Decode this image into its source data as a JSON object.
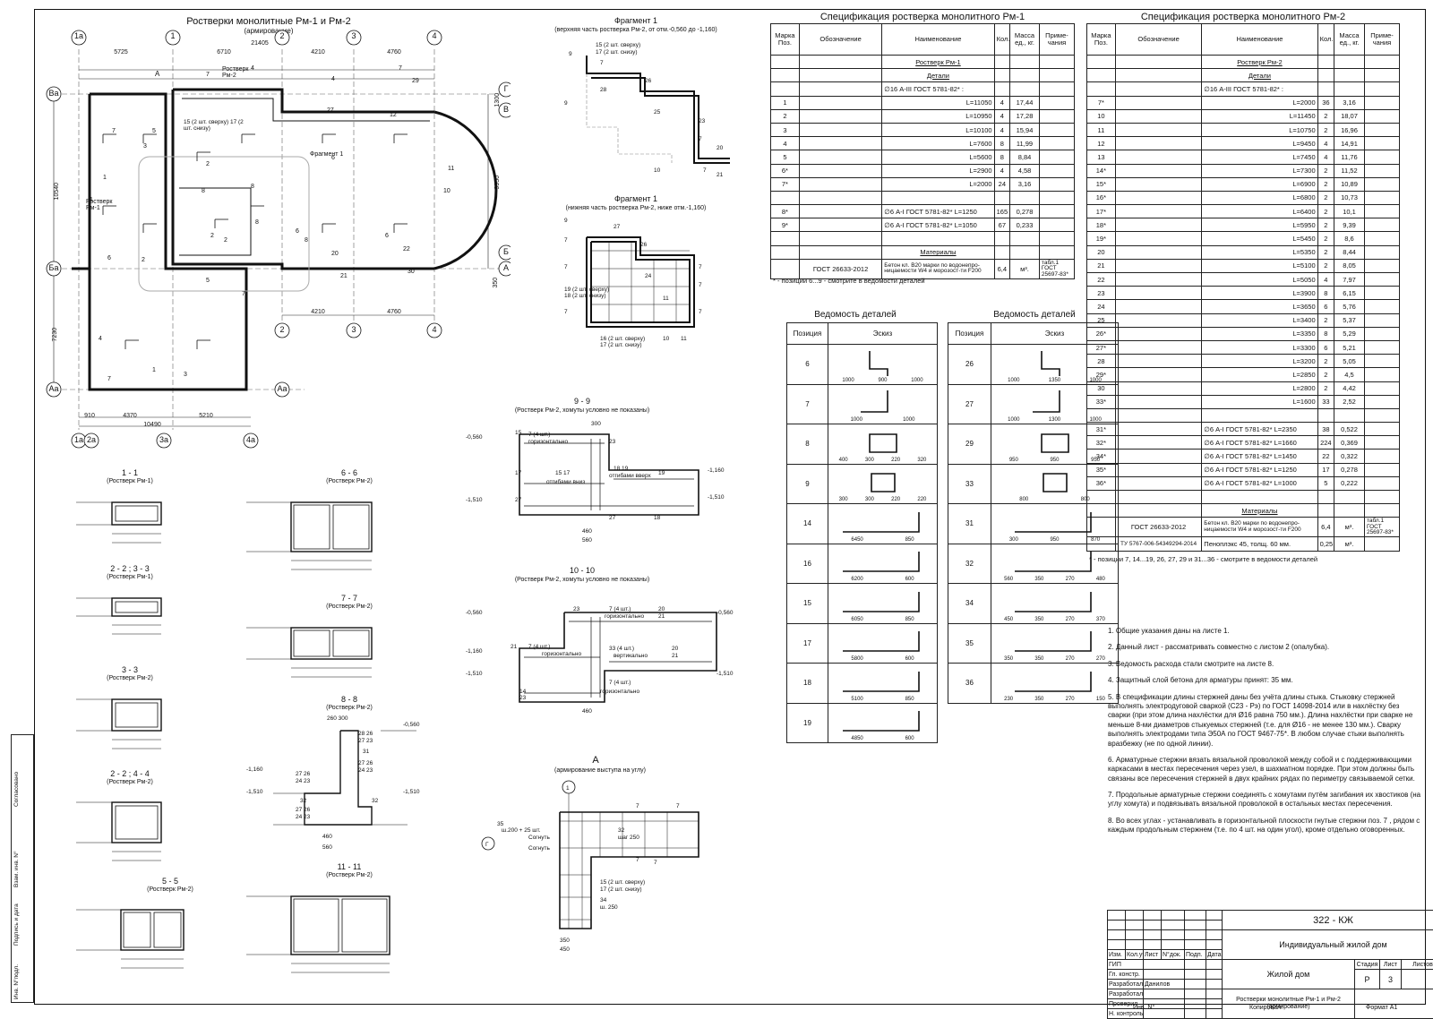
{
  "plan": {
    "title": "Ростверки монолитные Рм-1 и Рм-2",
    "subtitle": "(армирование)",
    "axes_top": [
      "1а",
      "1",
      "2",
      "3",
      "4"
    ],
    "axes_bottom": [
      "1а",
      "2а",
      "3а",
      "4а"
    ],
    "axes_left": [
      "Ва",
      "Ба",
      "Аа"
    ],
    "axes_right": [
      "Г",
      "В",
      "Б",
      "А"
    ],
    "mid_axes": [
      "2",
      "3",
      "4"
    ],
    "dim_total_top": "21405",
    "dims_top": [
      "5725",
      "6710",
      "4210",
      "4760"
    ],
    "dims_mid": [
      "4210",
      "4760"
    ],
    "dims_bottom": [
      "910",
      "4370",
      "5210"
    ],
    "dim_total_bottom": "10490",
    "dim_left_1": "10540",
    "dim_left_2": "7230",
    "dim_right_1": "1300",
    "dim_right_2": "9950",
    "dim_right_3": "350",
    "label_rm1": "Ростверк Рм-1",
    "label_rm2": "Ростверк Рм-2",
    "label_fragment": "Фрагмент 1",
    "label_A": "А",
    "note_15_17": "15 (2 шт. сверху) 17 (2 шт. снизу)"
  },
  "fragment_top": {
    "title": "Фрагмент 1",
    "subtitle": "(верхняя часть ростверка Рм-2, от отм.-0,560 до -1,160)"
  },
  "fragment_bottom": {
    "title": "Фрагмент 1",
    "subtitle": "(нижняя часть ростверка Рм-2, ниже отм.-1,160)"
  },
  "sections": [
    {
      "title": "1 - 1",
      "sub": "(Ростверк Рм-1)"
    },
    {
      "title": "2 - 2 ; 3 - 3",
      "sub": "(Ростверк Рм-1)"
    },
    {
      "title": "3 - 3",
      "sub": "(Ростверк Рм-2)"
    },
    {
      "title": "2 - 2 ; 4 - 4",
      "sub": "(Ростверк Рм-2)"
    },
    {
      "title": "5 - 5",
      "sub": "(Ростверк Рм-2)"
    },
    {
      "title": "6 - 6",
      "sub": "(Ростверк Рм-2)"
    },
    {
      "title": "7 - 7",
      "sub": "(Ростверк Рм-2)"
    },
    {
      "title": "8 - 8",
      "sub": "(Ростверк Рм-2)"
    },
    {
      "title": "11 - 11",
      "sub": "(Ростверк Рм-2)"
    },
    {
      "title": "9 - 9",
      "sub": "(Ростверк Рм-2, хомуты условно не показаны)"
    },
    {
      "title": "10 - 10",
      "sub": "(Ростверк Рм-2, хомуты условно не показаны)"
    },
    {
      "title": "А",
      "sub": "(армирование выступа на углу)"
    }
  ],
  "spec1": {
    "title": "Спецификация ростверка монолитного Рм-1",
    "headers": [
      "Марка Поз.",
      "Обозначение",
      "Наименование",
      "Кол.",
      "Масса ед., кг.",
      "Приме- чания"
    ],
    "group": "Ростверк Рм-1",
    "details": "Детали",
    "steel": "∅16 А-III ГОСТ 5781-82* :",
    "rows": [
      [
        "1",
        "",
        "L=11050",
        "4",
        "17,44",
        ""
      ],
      [
        "2",
        "",
        "L=10950",
        "4",
        "17,28",
        ""
      ],
      [
        "3",
        "",
        "L=10100",
        "4",
        "15,94",
        ""
      ],
      [
        "4",
        "",
        "L=7600",
        "8",
        "11,99",
        ""
      ],
      [
        "5",
        "",
        "L=5600",
        "8",
        "8,84",
        ""
      ],
      [
        "6*",
        "",
        "L=2900",
        "4",
        "4,58",
        ""
      ],
      [
        "7*",
        "",
        "L=2000",
        "24",
        "3,16",
        ""
      ],
      [
        "",
        "",
        "",
        "",
        "",
        ""
      ],
      [
        "8*",
        "",
        "∅6 А-I ГОСТ 5781-82* L=1250",
        "165",
        "0,278",
        ""
      ],
      [
        "9*",
        "",
        "∅6 А-I ГОСТ 5781-82* L=1050",
        "67",
        "0,233",
        ""
      ],
      [
        "",
        "",
        "",
        "",
        "",
        ""
      ]
    ],
    "materials": "Материалы",
    "mat_gost": "ГОСТ 26633-2012",
    "mat_name": "Бетон кл. В20 марки по водонепро- ницаемости W4 и морозост-ти F200",
    "mat_qty": "6,4",
    "mat_unit": "м³.",
    "mat_note": "табл.1 ГОСТ 25697-83*",
    "footnote": "* - позиции 6...9 - смотрите в ведомости деталей"
  },
  "spec2": {
    "title": "Спецификация ростверка монолитного Рм-2",
    "headers": [
      "Марка Поз.",
      "Обозначение",
      "Наименование",
      "Кол.",
      "Масса ед., кг.",
      "Приме- чания"
    ],
    "group": "Ростверк Рм-2",
    "details": "Детали",
    "steel": "∅16 А-III ГОСТ 5781-82* :",
    "rows": [
      [
        "7*",
        "",
        "L=2000",
        "36",
        "3,16",
        ""
      ],
      [
        "10",
        "",
        "L=11450",
        "2",
        "18,07",
        ""
      ],
      [
        "11",
        "",
        "L=10750",
        "2",
        "16,96",
        ""
      ],
      [
        "12",
        "",
        "L=9450",
        "4",
        "14,91",
        ""
      ],
      [
        "13",
        "",
        "L=7450",
        "4",
        "11,76",
        ""
      ],
      [
        "14*",
        "",
        "L=7300",
        "2",
        "11,52",
        ""
      ],
      [
        "15*",
        "",
        "L=6900",
        "2",
        "10,89",
        ""
      ],
      [
        "16*",
        "",
        "L=6800",
        "2",
        "10,73",
        ""
      ],
      [
        "17*",
        "",
        "L=6400",
        "2",
        "10,1",
        ""
      ],
      [
        "18*",
        "",
        "L=5950",
        "2",
        "9,39",
        ""
      ],
      [
        "19*",
        "",
        "L=5450",
        "2",
        "8,6",
        ""
      ],
      [
        "20",
        "",
        "L=5350",
        "2",
        "8,44",
        ""
      ],
      [
        "21",
        "",
        "L=5100",
        "2",
        "8,05",
        ""
      ],
      [
        "22",
        "",
        "L=5050",
        "4",
        "7,97",
        ""
      ],
      [
        "23",
        "",
        "L=3900",
        "8",
        "6,15",
        ""
      ],
      [
        "24",
        "",
        "L=3650",
        "6",
        "5,76",
        ""
      ],
      [
        "25",
        "",
        "L=3400",
        "2",
        "5,37",
        ""
      ],
      [
        "26*",
        "",
        "L=3350",
        "8",
        "5,29",
        ""
      ],
      [
        "27*",
        "",
        "L=3300",
        "6",
        "5,21",
        ""
      ],
      [
        "28",
        "",
        "L=3200",
        "2",
        "5,05",
        ""
      ],
      [
        "29*",
        "",
        "L=2850",
        "2",
        "4,5",
        ""
      ],
      [
        "30",
        "",
        "L=2800",
        "2",
        "4,42",
        ""
      ],
      [
        "33*",
        "",
        "L=1600",
        "33",
        "2,52",
        ""
      ],
      [
        "",
        "",
        "",
        "",
        "",
        ""
      ],
      [
        "31*",
        "",
        "∅6 А-I ГОСТ 5781-82* L=2350",
        "38",
        "0,522",
        ""
      ],
      [
        "32*",
        "",
        "∅6 А-I ГОСТ 5781-82* L=1660",
        "224",
        "0,369",
        ""
      ],
      [
        "34*",
        "",
        "∅6 А-I ГОСТ 5781-82* L=1450",
        "22",
        "0,322",
        ""
      ],
      [
        "35*",
        "",
        "∅6 А-I ГОСТ 5781-82* L=1250",
        "17",
        "0,278",
        ""
      ],
      [
        "36*",
        "",
        "∅6 А-I ГОСТ 5781-82* L=1000",
        "5",
        "0,222",
        ""
      ],
      [
        "",
        "",
        "",
        "",
        "",
        ""
      ]
    ],
    "materials": "Материалы",
    "mat1_gost": "ГОСТ 26633-2012",
    "mat1_name": "Бетон кл. В20 марки по водонепро- ницаемости W4 и морозост-ти F200",
    "mat1_qty": "6,4",
    "mat1_unit": "м³.",
    "mat1_note": "табл.1 ГОСТ 25697-83*",
    "mat2_gost": "ТУ 5767-006-54349294-2014",
    "mat2_name": "Пеноплэкс 45, толщ. 60 мм.",
    "mat2_qty": "0,25",
    "mat2_unit": "м³.",
    "footnote": "* - позиции 7, 14...19, 26, 27, 29 и 31...36 - смотрите в ведомости деталей"
  },
  "ved1": {
    "title": "Ведомость деталей",
    "h_pos": "Позиция",
    "h_sketch": "Эскиз",
    "rows": [
      {
        "pos": "6",
        "dims": [
          "1000",
          "900",
          "1000"
        ]
      },
      {
        "pos": "7",
        "dims": [
          "1000",
          "1000"
        ]
      },
      {
        "pos": "8",
        "dims": [
          "400",
          "300",
          "220",
          "320"
        ]
      },
      {
        "pos": "9",
        "dims": [
          "300",
          "300",
          "220",
          "220"
        ]
      },
      {
        "pos": "14",
        "dims": [
          "6450",
          "850"
        ]
      },
      {
        "pos": "16",
        "dims": [
          "6200",
          "600"
        ]
      },
      {
        "pos": "15",
        "dims": [
          "6050",
          "850"
        ]
      },
      {
        "pos": "17",
        "dims": [
          "5800",
          "600"
        ]
      },
      {
        "pos": "18",
        "dims": [
          "5100",
          "850"
        ]
      },
      {
        "pos": "19",
        "dims": [
          "4850",
          "600"
        ]
      }
    ]
  },
  "ved2": {
    "title": "Ведомость деталей",
    "h_pos": "Позиция",
    "h_sketch": "Эскиз",
    "rows": [
      {
        "pos": "26",
        "dims": [
          "1000",
          "1350",
          "1000"
        ]
      },
      {
        "pos": "27",
        "dims": [
          "1000",
          "1300",
          "1000"
        ]
      },
      {
        "pos": "29",
        "dims": [
          "950",
          "950",
          "950"
        ]
      },
      {
        "pos": "33",
        "dims": [
          "800",
          "800"
        ]
      },
      {
        "pos": "31",
        "dims": [
          "300",
          "950",
          "870"
        ]
      },
      {
        "pos": "32",
        "dims": [
          "560",
          "350",
          "270",
          "480"
        ]
      },
      {
        "pos": "34",
        "dims": [
          "450",
          "350",
          "270",
          "370"
        ]
      },
      {
        "pos": "35",
        "dims": [
          "350",
          "350",
          "270",
          "270"
        ]
      },
      {
        "pos": "36",
        "dims": [
          "230",
          "350",
          "270",
          "150"
        ]
      }
    ]
  },
  "notes": [
    "1. Общие указания даны на листе 1.",
    "2. Данный лист - рассматривать совместно с листом 2 (опалубка).",
    "3. Ведомость расхода стали смотрите на листе 8.",
    "4. Защитный слой бетона для арматуры принят: 35 мм.",
    "5. В спецификации длины стержней даны без учёта длины стыка. Стыковку стержней выполнять электродуговой сваркой (С23 - Рэ) по ГОСТ 14098-2014 или в нахлёстку без сварки (при этом длина нахлёстки для Ø16 равна 750 мм.). Длина нахлёстки при сварке не меньше 8-ми диаметров стыкуемых стержней (т.е. для Ø16 - не менее 130 мм.). Сварку выполнять электродами типа Э50А по ГОСТ 9467-75*. В любом случае стыки выполнять вразбежку (не по одной линии).",
    "6. Арматурные стержни вязать вязальной проволокой между собой и с поддерживающими каркасами в местах пересечения через узел, в шахматном порядке. При этом должны быть связаны все пересечения стержней в двух крайних рядах по периметру связываемой сетки.",
    "7. Продольные арматурные стержни соединять с хомутами путём загибания их хвостиков (на углу хомута) и подвязывать вязальной проволокой в остальных местах пересечения.",
    "8. Во всех углах - устанавливать в горизонтальной плоскости гнутые стержни поз. 7 , рядом с каждым продольным стержнем (т.е. по 4 шт. на один угол), кроме отдельно оговоренных."
  ],
  "stamp": {
    "code": "322 - КЖ",
    "project": "Индивидуальный жилой дом",
    "building": "Жилой дом",
    "sheet_title": "Ростверки монолитные Рм-1 и Рм-2 (армирование)",
    "h_izm": "Изм.",
    "h_koluch": "Кол.уч.",
    "h_list": "Лист",
    "h_ndok": "N°док.",
    "h_podp": "Подп.",
    "h_data": "Дата",
    "roles": [
      "ГИП",
      "Гл. констр.",
      "Разработал",
      "Разработал",
      "Проверил",
      "Н. контроль"
    ],
    "developer": "Данилов",
    "h_stage": "Стадия",
    "h_sheet": "Лист",
    "h_sheets": "Листов",
    "stage": "Р",
    "sheet": "3",
    "inv": "Инв. N°",
    "copied": "Копировал:",
    "format": "Формат А1"
  },
  "side": {
    "agreed": "Согласовано",
    "vzam": "Взам. инв. N°",
    "podp": "Подпись и дата",
    "inv": "Инв. N°подл."
  }
}
